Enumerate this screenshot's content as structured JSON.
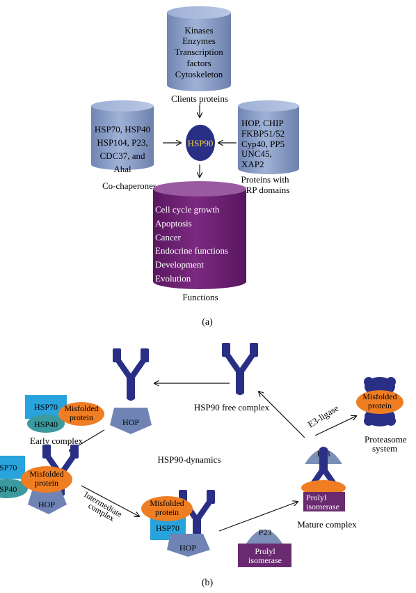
{
  "panel_a": {
    "top_cylinder": [
      "Kinases",
      "Enzymes",
      "Transcription",
      "factors",
      "Cytoskeleton"
    ],
    "top_label": "Clients proteins",
    "left_cylinder": [
      "HSP70, HSP40",
      "HSP104, P23,",
      "CDC37, and",
      "Ahal"
    ],
    "left_label": "Co-chaperones",
    "right_cylinder": [
      "HOP, CHIP",
      "FKBP51/52",
      "Cyp40, PP5",
      "UNC45,",
      "XAP2"
    ],
    "right_label": [
      "Proteins with",
      "TRP domains"
    ],
    "center": "HSP90",
    "bottom_cylinder": [
      "Cell cycle growth",
      "Apoptosis",
      "Cancer",
      "Endocrine functions",
      "Development",
      "Evolution"
    ],
    "bottom_label": "Functions",
    "caption": "(a)"
  },
  "panel_b": {
    "hsp70": "HSP70",
    "hsp40": "HSP40",
    "misfolded": [
      "Misfolded",
      "protein"
    ],
    "hop": "HOP",
    "p23": "P23",
    "prolyl": [
      "Prolyl",
      "isomerase"
    ],
    "early_complex": "Early complex",
    "free_complex": "HSP90 free complex",
    "e3_ligase": "E3-ligase",
    "proteasome": [
      "Proteasome",
      "system"
    ],
    "dynamics": "HSP90-dynamics",
    "intermediate": [
      "Intermediate",
      "complex"
    ],
    "mature": "Mature complex",
    "left_cut_hsp70": "SP70",
    "left_cut_hsp40": "SP40",
    "caption": "(b)"
  },
  "colors": {
    "cylinder_blue": "#8aa0c8",
    "cylinder_purple": "#6b1f6e",
    "hsp90_navy": "#2a2f86",
    "hsp90_label": "#f2d23a",
    "hsp70": "#29a3dc",
    "hsp40": "#3a9a9e",
    "misfolded": "#ef7d22",
    "hop": "#6f84b4",
    "p23": "#7c8fb8",
    "prolyl": "#6a2a70"
  }
}
